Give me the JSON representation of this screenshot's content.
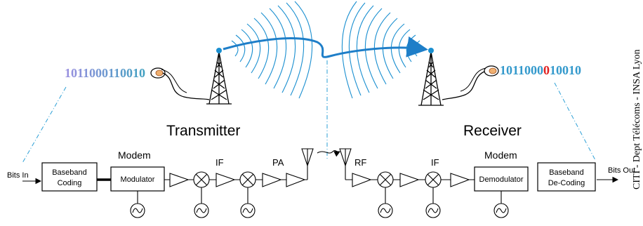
{
  "titles": {
    "transmitter": "Transmitter",
    "receiver": "Receiver"
  },
  "watermark": "CITI - Dept Télécoms - INSA Lyon",
  "bitstreams": {
    "tx_bits": "1011000110010",
    "rx_bits": [
      {
        "text": "1011000",
        "color": "#3399cc"
      },
      {
        "text": "0",
        "color": "#e02020"
      },
      {
        "text": "10010",
        "color": "#3399cc"
      }
    ]
  },
  "blocks": {
    "bits_in": "Bits In",
    "bits_out": "Bits Out",
    "baseband_coding": [
      "Baseband",
      "Coding"
    ],
    "baseband_decoding": [
      "Baseband",
      "De-Coding"
    ],
    "modulator": "Modulator",
    "demodulator": "Demodulator",
    "modem_tx": "Modem",
    "modem_rx": "Modem",
    "if_tx": "IF",
    "pa": "PA",
    "rf": "RF",
    "if_rx": "IF"
  },
  "colors": {
    "waves": "#1a8fd0",
    "beam": "#1e7ec8",
    "antenna_tip": "#1a8fd0",
    "tx_bits_gradient": [
      "#9b8fe0",
      "#3fa0c0"
    ],
    "dashed_link": "#2b9fd6"
  },
  "icons": [
    "tower-icon",
    "ear-icon",
    "mixer-icon",
    "amplifier-icon",
    "oscillator-icon",
    "antenna-icon"
  ]
}
